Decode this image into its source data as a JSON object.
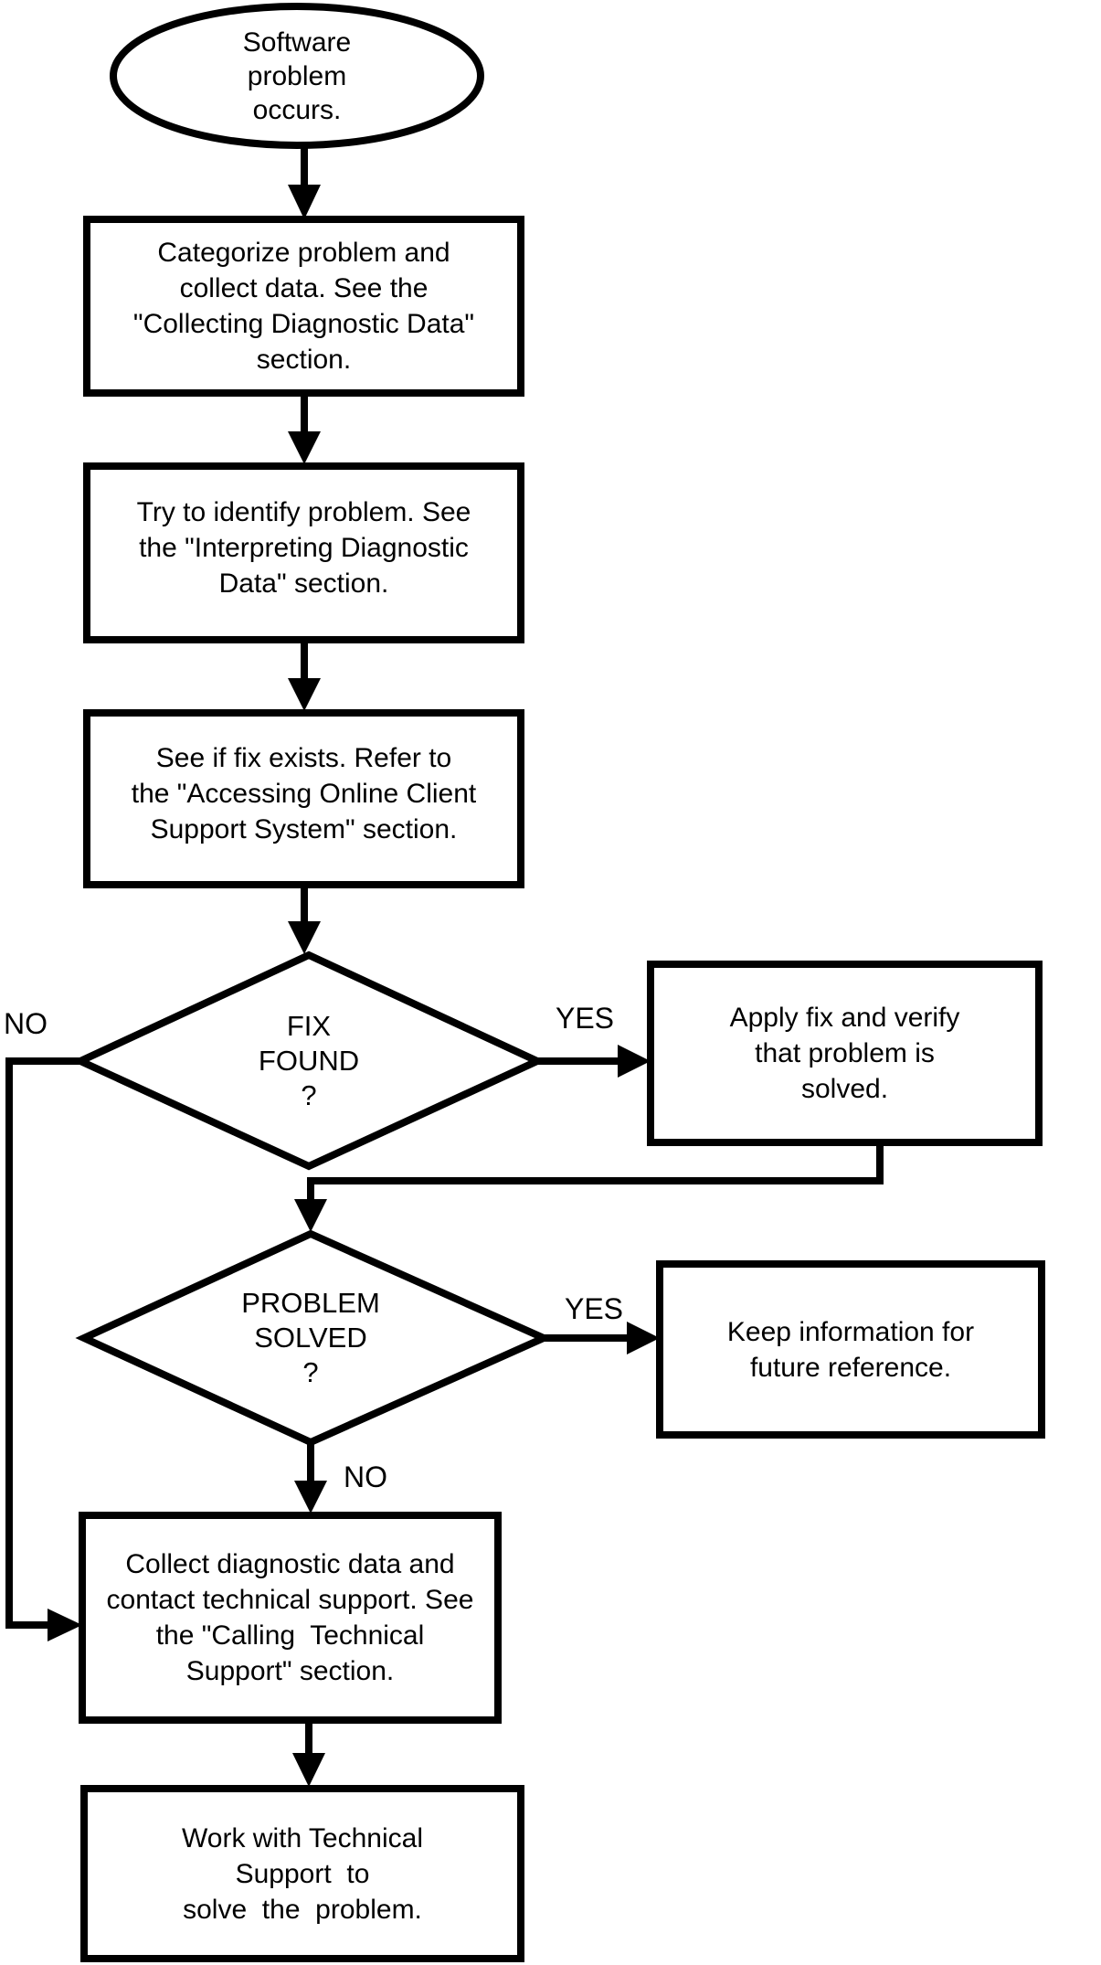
{
  "diagram": {
    "background": "#ffffff",
    "stroke_color": "#000000",
    "nodes": {
      "start": {
        "shape": "ellipse",
        "text": "Software\nproblem\noccurs."
      },
      "categorize": {
        "shape": "process",
        "text": "Categorize problem and\ncollect data. See the\n\"Collecting Diagnostic Data\"\nsection."
      },
      "identify": {
        "shape": "process",
        "text": "Try to identify problem. See\nthe \"Interpreting Diagnostic\nData\" section."
      },
      "see_if_fix_exists": {
        "shape": "process",
        "text": "See if fix exists. Refer to\nthe \"Accessing Online Client\nSupport System\" section."
      },
      "fix_found": {
        "shape": "decision",
        "text": "FIX\nFOUND\n?"
      },
      "apply_fix": {
        "shape": "process",
        "text": "Apply fix and verify\nthat problem is\nsolved."
      },
      "problem_solved": {
        "shape": "decision",
        "text": "PROBLEM\nSOLVED\n?"
      },
      "keep_information": {
        "shape": "process",
        "text": "Keep information for\nfuture reference."
      },
      "collect_diagnostic": {
        "shape": "process",
        "text": "Collect diagnostic data and\ncontact technical support. See\nthe \"Calling  Technical\nSupport\" section."
      },
      "work_with_support": {
        "shape": "process",
        "text": "Work with Technical\nSupport  to\nsolve  the  problem."
      }
    },
    "edge_labels": {
      "fix_found_no": "NO",
      "fix_found_yes": "YES",
      "problem_solved_yes": "YES",
      "problem_solved_no": "NO"
    }
  }
}
